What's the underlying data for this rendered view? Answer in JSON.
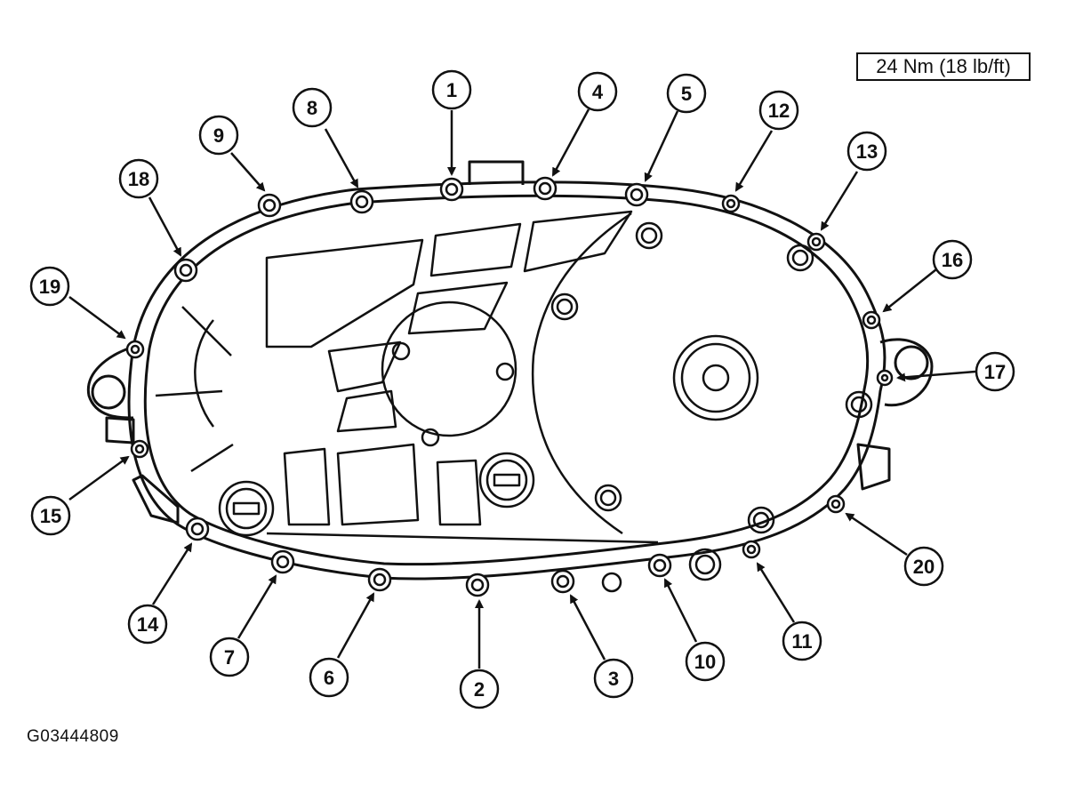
{
  "torque_spec": "24 Nm (18 lb/ft)",
  "figure_id": "G03444809",
  "callouts": [
    {
      "label": "1"
    },
    {
      "label": "2"
    },
    {
      "label": "3"
    },
    {
      "label": "4"
    },
    {
      "label": "5"
    },
    {
      "label": "6"
    },
    {
      "label": "7"
    },
    {
      "label": "8"
    },
    {
      "label": "9"
    },
    {
      "label": "10"
    },
    {
      "label": "11"
    },
    {
      "label": "12"
    },
    {
      "label": "13"
    },
    {
      "label": "14"
    },
    {
      "label": "15"
    },
    {
      "label": "16"
    },
    {
      "label": "17"
    },
    {
      "label": "18"
    },
    {
      "label": "19"
    },
    {
      "label": "20"
    }
  ]
}
